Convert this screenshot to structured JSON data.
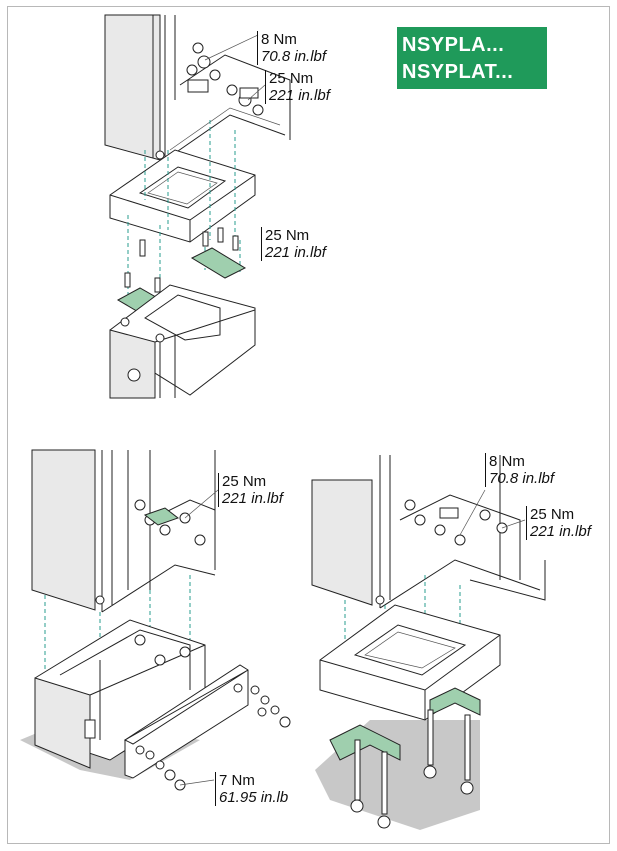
{
  "badge": {
    "line1": "NSYPLA...",
    "line2": "NSYPLAT..."
  },
  "torques": [
    {
      "nm": "8 Nm",
      "imperial": "70.8 in.lbf"
    },
    {
      "nm": "25 Nm",
      "imperial": "221 in.lbf"
    },
    {
      "nm": "25 Nm",
      "imperial": "221 in.lbf"
    },
    {
      "nm": "25 Nm",
      "imperial": "221 in.lbf"
    },
    {
      "nm": "8 Nm",
      "imperial": "70.8 in.lbf"
    },
    {
      "nm": "25 Nm",
      "imperial": "221 in.lbf"
    },
    {
      "nm": "7 Nm",
      "imperial": "61.95 in.lb"
    }
  ],
  "colors": {
    "plate_green": "#9fcfae",
    "badge_green": "#1f9a5a",
    "axis_teal": "#2a9d8f",
    "floor_gray": "#c8c8c8"
  }
}
